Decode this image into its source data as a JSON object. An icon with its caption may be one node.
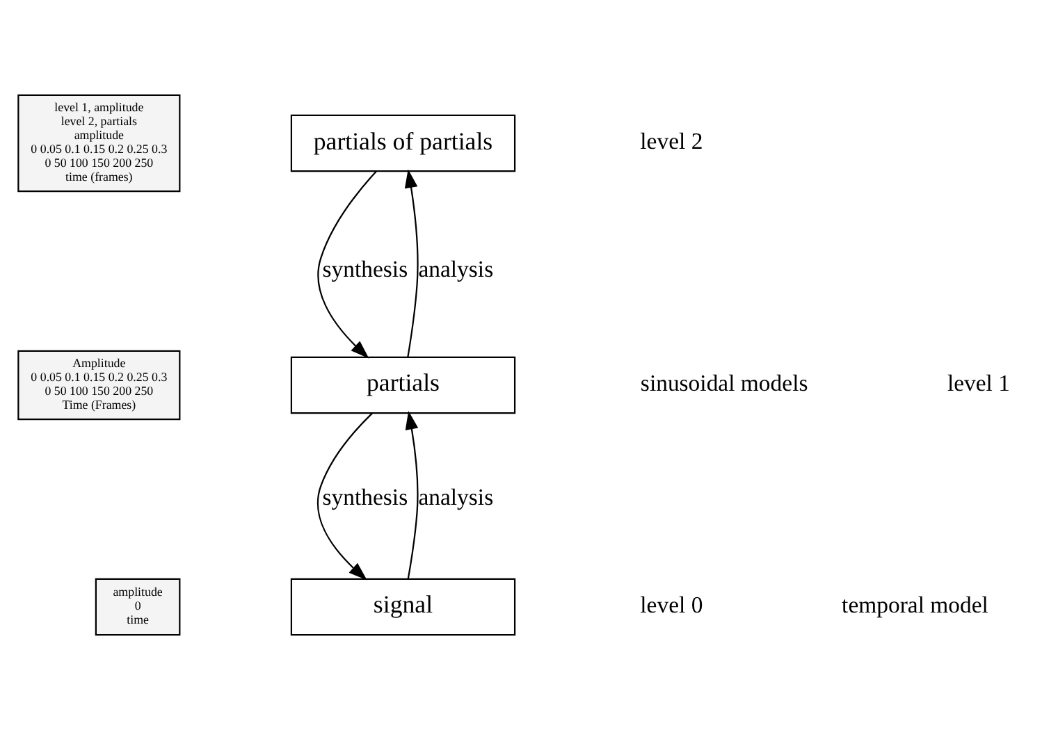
{
  "diagram": {
    "nodes": [
      {
        "text": [
          "partials of partials"
        ]
      },
      {
        "text": [
          "partials"
        ]
      },
      {
        "text": [
          "signal"
        ]
      },
      {
        "text": [
          "level 1, amplitude",
          "level 2, partials",
          "amplitude",
          "0 0.05 0.1 0.15 0.2 0.25 0.3",
          "0 50 100 150 200 250",
          "time (frames)"
        ]
      },
      {
        "text": [
          "Amplitude",
          "0 0.05 0.1 0.15 0.2 0.25 0.3",
          "0 50 100 150 200 250",
          "Time (Frames)"
        ]
      },
      {
        "text": [
          "amplitude",
          "0",
          "time"
        ]
      }
    ],
    "edges": [
      {
        "from": 0,
        "to": 1,
        "arrow": "to",
        "label": "synthesis"
      },
      {
        "from": 1,
        "to": 0,
        "arrow": "to",
        "label": "analysis"
      },
      {
        "from": 1,
        "to": 2,
        "arrow": "to",
        "label": "synthesis"
      },
      {
        "from": 2,
        "to": 1,
        "arrow": "to",
        "label": "analysis"
      }
    ],
    "labels": [
      "level 2",
      "sinusoidal models",
      "level 1",
      "level 0",
      "temporal model"
    ]
  }
}
